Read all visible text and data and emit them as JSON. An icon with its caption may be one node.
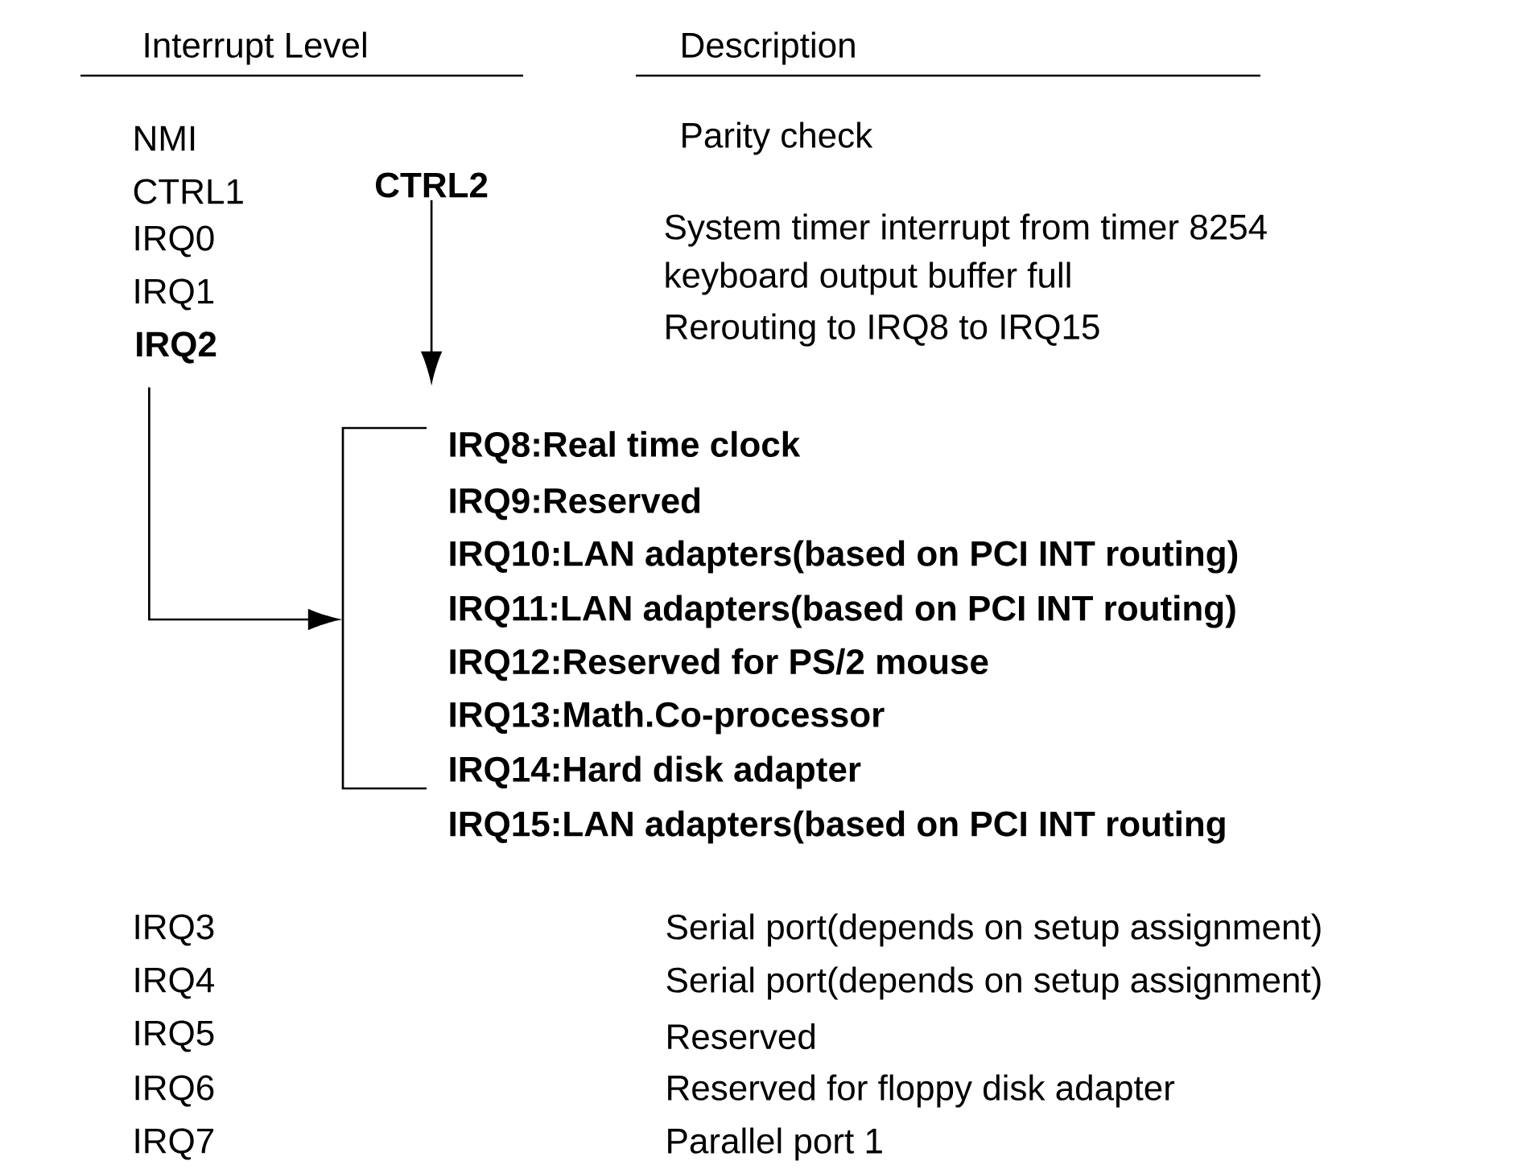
{
  "diagram": {
    "nodes": [
      {
        "text": [
          "CTRL2"
        ]
      },
      {
        "text": [
          "IRQ2"
        ]
      },
      {
        "text": [
          "IRQ8:Real time clock",
          "IRQ9:Reserved",
          "IRQ10:LAN adapters(based on PCI INT routing)",
          "IRQ11:LAN adapters(based on PCI INT routing)",
          "IRQ12:Reserved for PS/2 mouse",
          "IRQ13:Math.Co-processor",
          "IRQ14:Hard disk adapter",
          "IRQ15:LAN adapters(based on PCI INT routing"
        ]
      }
    ],
    "edges": [
      {
        "from": 1,
        "to": 2,
        "arrow": "to"
      },
      {
        "from": 0,
        "to": 2,
        "arrow": "to"
      }
    ],
    "labels": [
      "Interrupt Level",
      "Description",
      "NMI",
      "Parity check",
      "CTRL1",
      "IRQ0",
      "System timer interrupt from timer 8254",
      "IRQ1",
      "keyboard output buffer full",
      "Rerouting to IRQ8 to IRQ15",
      "IRQ3",
      "Serial port(depends on setup assignment)",
      "IRQ4",
      "Serial port(depends on setup assignment)",
      "IRQ5",
      "Reserved",
      "IRQ6",
      "Reserved for floppy disk adapter",
      "IRQ7",
      "Parallel port 1"
    ]
  }
}
